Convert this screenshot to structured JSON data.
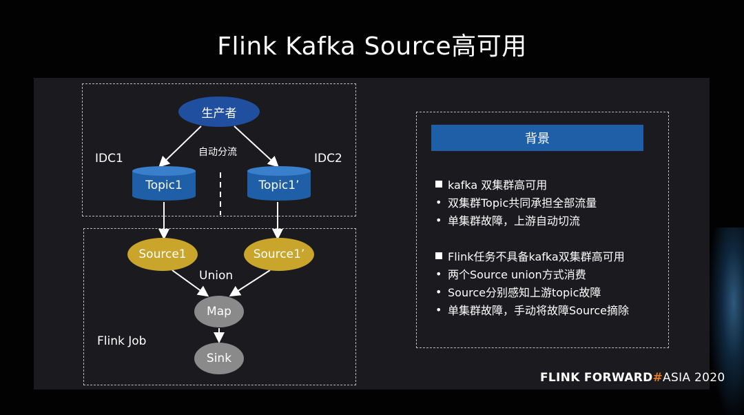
{
  "title": "Flink Kafka Source高可用",
  "diagram": {
    "producer": "生产者",
    "auto_split": "自动分流",
    "idc1": "IDC1",
    "idc2": "IDC2",
    "topic1": "Topic1",
    "topic1_prime": "Topic1’",
    "source1": "Source1",
    "source1_prime": "Source1’",
    "union": "Union",
    "map": "Map",
    "sink": "Sink",
    "flink_job": "Flink Job"
  },
  "background": {
    "header": "背景",
    "section1_title": "kafka 双集群高可用",
    "section1_items": [
      "双集群Topic共同承担全部流量",
      "单集群故障，上游自动切流"
    ],
    "section2_title": "Flink任务不具备kafka双集群高可用",
    "section2_items": [
      "两个Source union方式消费",
      "Source分别感知上游topic故障",
      "单集群故障，手动将故障Source摘除"
    ]
  },
  "brand": {
    "part1": "FLINK",
    "part2": "FORWARD",
    "hash": "#",
    "part3": "ASIA 2020"
  },
  "colors": {
    "producer": "#1f4f9e",
    "topic": "#1f5fa8",
    "source": "#c9a52c",
    "operator": "#8a8a8a",
    "header": "#1f5fa8",
    "hash": "#e07a2a"
  }
}
